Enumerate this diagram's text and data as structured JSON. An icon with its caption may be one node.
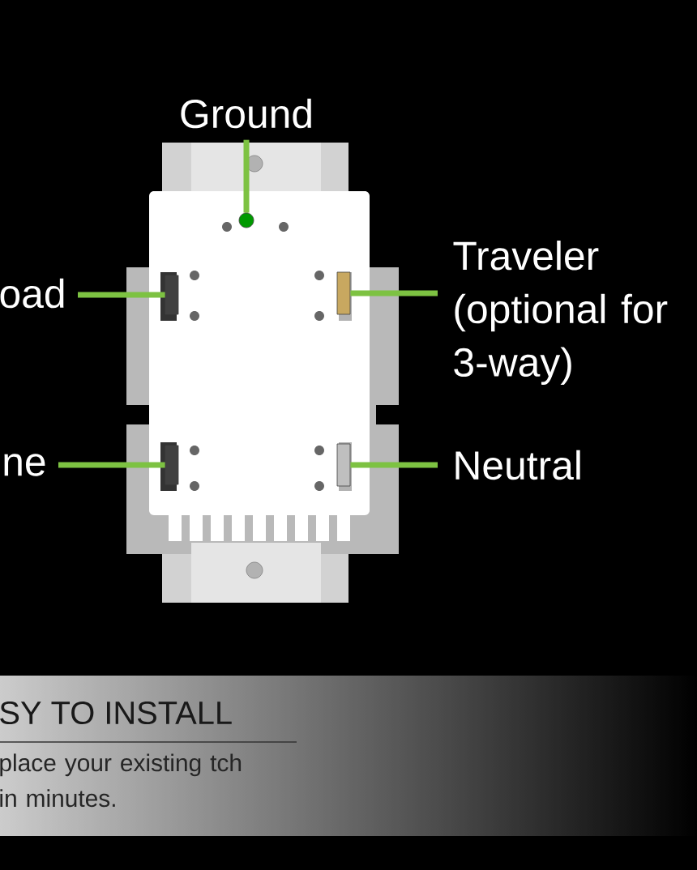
{
  "diagram": {
    "nodes": [
      {
        "text": [
          "Ground"
        ]
      },
      {
        "text": [
          "oad"
        ]
      },
      {
        "text": [
          "Traveler (optional for 3-way)"
        ]
      },
      {
        "text": [
          "ne"
        ]
      },
      {
        "text": [
          "Neutral"
        ]
      },
      {
        "text": [],
        "shape": "circle"
      },
      {
        "text": [],
        "shape": "box"
      },
      {
        "text": [],
        "shape": "box"
      },
      {
        "text": [],
        "shape": "box"
      },
      {
        "text": [],
        "shape": "box"
      }
    ],
    "edges": [
      {
        "from": 0,
        "to": 5,
        "arrow": "none"
      },
      {
        "from": 1,
        "to": 6,
        "arrow": "none"
      },
      {
        "from": 2,
        "to": 7,
        "arrow": "none"
      },
      {
        "from": 3,
        "to": 8,
        "arrow": "none"
      },
      {
        "from": 4,
        "to": 9,
        "arrow": "none"
      }
    ],
    "labels": [
      "SY TO INSTALL",
      "place your existing tch in minutes."
    ]
  }
}
